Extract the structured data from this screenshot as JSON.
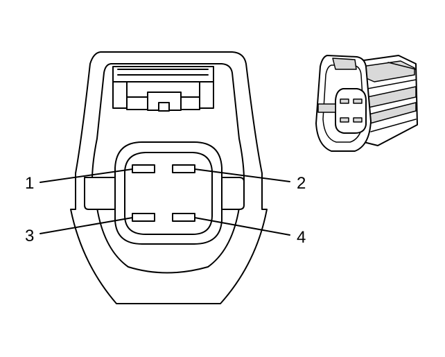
{
  "pins": [
    {
      "id": "pin-1",
      "label": "1"
    },
    {
      "id": "pin-2",
      "label": "2"
    },
    {
      "id": "pin-3",
      "label": "3"
    },
    {
      "id": "pin-4",
      "label": "4"
    }
  ]
}
